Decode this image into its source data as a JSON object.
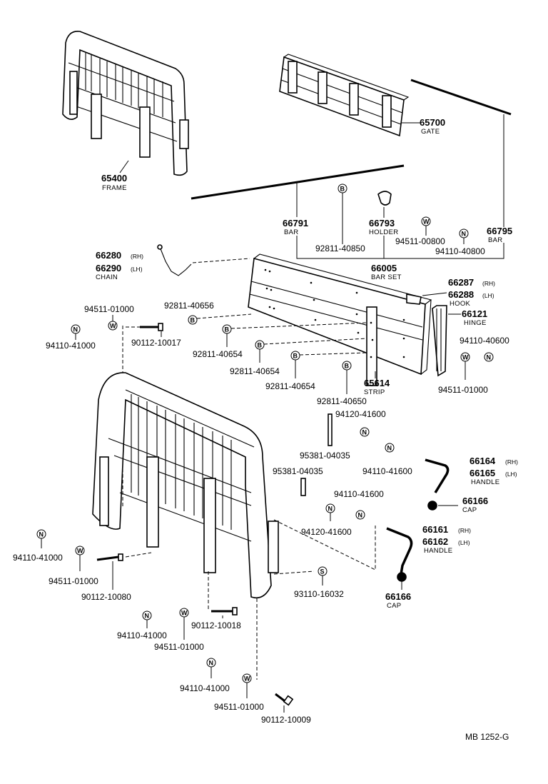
{
  "title": "",
  "footer": {
    "code": "MB 1252-G"
  },
  "symbols": {
    "B": "B",
    "N": "N",
    "W": "W",
    "S": "S"
  },
  "labels": {
    "frame_top": {
      "pn": "65400",
      "name": "FRAME"
    },
    "gate": {
      "pn": "65700",
      "name": "GATE"
    },
    "bar_66791": {
      "pn": "66791",
      "name": "BAR"
    },
    "holder": {
      "pn": "66793",
      "name": "HOLDER"
    },
    "bar_66795": {
      "pn": "66795",
      "name": "BAR"
    },
    "bolt_92811_40850": {
      "pn": "92811-40850"
    },
    "washer_94511_00800": {
      "pn": "94511-00800"
    },
    "nut_94110_40800": {
      "pn": "94110-40800"
    },
    "bar_set": {
      "pn": "66005",
      "name": "BAR SET"
    },
    "chain_rh": {
      "pn": "66280",
      "side": "(RH)"
    },
    "chain_lh": {
      "pn": "66290",
      "side": "(LH)"
    },
    "chain_name": "CHAIN",
    "hook_rh": {
      "pn": "66287",
      "side": "(RH)"
    },
    "hook_lh": {
      "pn": "66288",
      "side": "(LH)"
    },
    "hook_name": "HOOK",
    "hinge": {
      "pn": "66121",
      "name": "HINGE"
    },
    "bolt_92811_40656": {
      "pn": "92811-40656"
    },
    "washer_94511_01000_a": {
      "pn": "94511-01000"
    },
    "nut_94110_41000_a": {
      "pn": "94110-41000"
    },
    "bolt_90112_10017": {
      "pn": "90112-10017"
    },
    "bolt_92811_40654_a": {
      "pn": "92811-40654"
    },
    "bolt_92811_40654_b": {
      "pn": "92811-40654"
    },
    "bolt_92811_40654_c": {
      "pn": "92811-40654"
    },
    "bolt_92811_40650": {
      "pn": "92811-40650"
    },
    "strip": {
      "pn": "65614",
      "name": "STRIP"
    },
    "nut_94110_40600": {
      "pn": "94110-40600"
    },
    "washer_94511_01000_b": {
      "pn": "94511-01000"
    },
    "stud_94120_41600_a": {
      "pn": "94120-41600"
    },
    "pin_95381_04035_a": {
      "pn": "95381-04035"
    },
    "pin_95381_04035_b": {
      "pn": "95381-04035"
    },
    "nut_94110_41600_a": {
      "pn": "94110-41600"
    },
    "nut_94110_41600_b": {
      "pn": "94110-41600"
    },
    "stud_94120_41600_b": {
      "pn": "94120-41600"
    },
    "handle_rh_upper": {
      "pn": "66164",
      "side": "(RH)"
    },
    "handle_lh_upper": {
      "pn": "66165",
      "side": "(LH)"
    },
    "handle_name_upper": "HANDLE",
    "cap_upper": {
      "pn": "66166",
      "name": "CAP"
    },
    "handle_rh_lower": {
      "pn": "66161",
      "side": "(RH)"
    },
    "handle_lh_lower": {
      "pn": "66162",
      "side": "(LH)"
    },
    "handle_name_lower": "HANDLE",
    "cap_lower": {
      "pn": "66166",
      "name": "CAP"
    },
    "nut_94110_41000_b": {
      "pn": "94110-41000"
    },
    "washer_94511_01000_c": {
      "pn": "94511-01000"
    },
    "bolt_90112_10080": {
      "pn": "90112-10080"
    },
    "screw_93110_16032": {
      "pn": "93110-16032"
    },
    "nut_94110_41000_c": {
      "pn": "94110-41000"
    },
    "washer_94511_01000_d": {
      "pn": "94511-01000"
    },
    "bolt_90112_10018": {
      "pn": "90112-10018"
    },
    "nut_94110_41000_d": {
      "pn": "94110-41000"
    },
    "washer_94511_01000_e": {
      "pn": "94511-01000"
    },
    "bolt_90112_10009": {
      "pn": "90112-10009"
    }
  }
}
